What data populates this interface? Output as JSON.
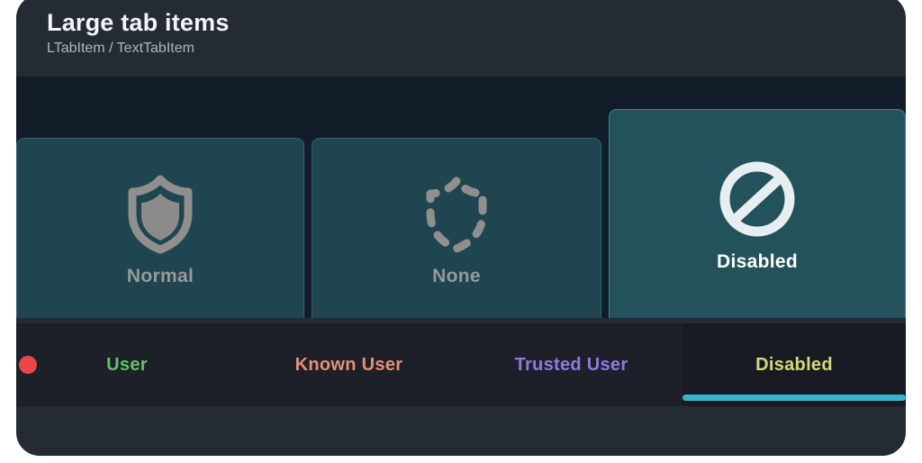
{
  "card": {
    "background": "#242b33"
  },
  "header": {
    "title": "Large tab items",
    "subtitle": "LTabItem / TextTabItem"
  },
  "large_tabs": {
    "panel_background": "#131d29",
    "items": [
      {
        "label": "Normal",
        "icon": "shield-filled-icon",
        "selected": false,
        "fill": "#1f4650",
        "border": "#2e6570",
        "label_color": "#97999a"
      },
      {
        "label": "None",
        "icon": "shield-dashed-icon",
        "selected": false,
        "fill": "#1f4650",
        "border": "#2e6570",
        "label_color": "#97999a"
      },
      {
        "label": "Disabled",
        "icon": "block-icon",
        "selected": true,
        "fill": "#24525c",
        "border": "#3e7f8a",
        "label_color": "#ffffff"
      }
    ]
  },
  "text_tabs": {
    "bar_background": "#1e2029",
    "selected_background": "#191b24",
    "indicator_color": "#38b3cc",
    "status_dot": {
      "name": "status-dot",
      "color": "#e8484a"
    },
    "items": [
      {
        "label": "User",
        "color": "#5fc467",
        "selected": false
      },
      {
        "label": "Known User",
        "color": "#e58f74",
        "selected": false
      },
      {
        "label": "Trusted User",
        "color": "#8f7ae0",
        "selected": false
      },
      {
        "label": "Disabled",
        "color": "#d8d87a",
        "selected": true
      }
    ]
  }
}
